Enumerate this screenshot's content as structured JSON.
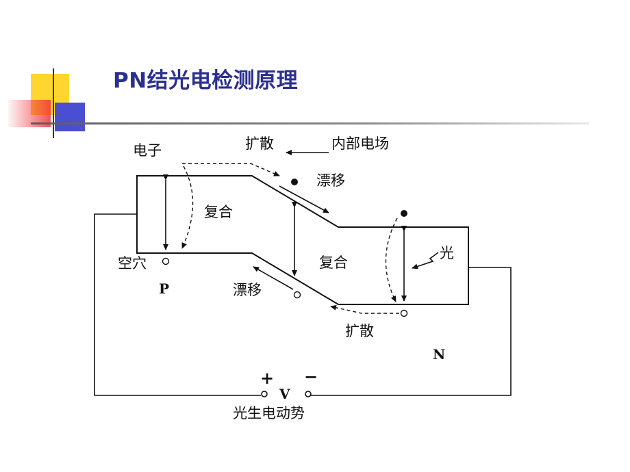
{
  "slide": {
    "title": "PN结光电检测原理"
  },
  "diagram": {
    "labels": {
      "electron": "电子",
      "diffusion_top": "扩散",
      "internal_field": "内部电场",
      "drift_top": "漂移",
      "recombine_left": "复合",
      "hole": "空穴",
      "p_region": "P",
      "drift_bottom": "漂移",
      "recombine_right": "复合",
      "light": "光",
      "diffusion_bottom": "扩散",
      "n_region": "N",
      "plus": "+",
      "voltage": "V",
      "minus": "−",
      "photo_emf": "光生电动势"
    }
  }
}
